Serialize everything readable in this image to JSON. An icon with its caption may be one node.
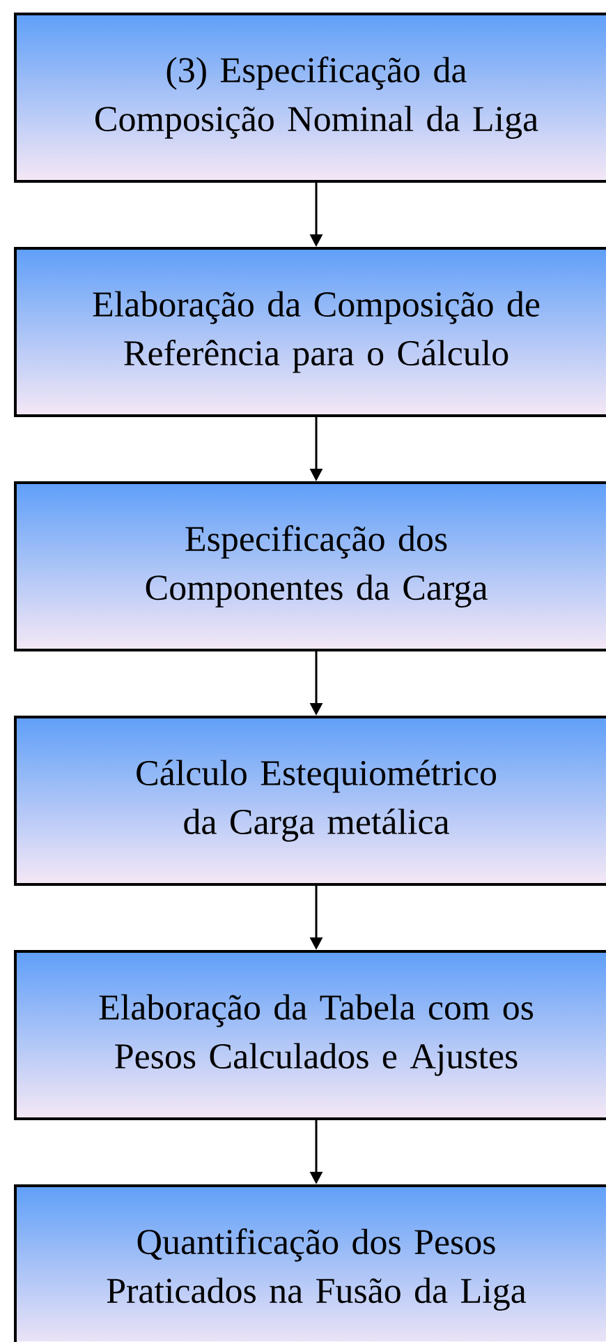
{
  "diagram": {
    "nodes": [
      {
        "text": [
          "(3) Especificação da Composição Nominal da Liga"
        ]
      },
      {
        "text": [
          "Elaboração da Composição de Referência para o Cálculo"
        ]
      },
      {
        "text": [
          "Especificação dos Componentes da Carga"
        ]
      },
      {
        "text": [
          "Cálculo Estequiométrico da Carga metálica"
        ]
      },
      {
        "text": [
          "Elaboração da Tabela com os Pesos Calculados e Ajustes"
        ]
      },
      {
        "text": [
          "Quantificação dos Pesos Praticados na Fusão da Liga"
        ]
      }
    ],
    "edges": [
      {
        "from": 0,
        "to": 1,
        "arrow": "to"
      },
      {
        "from": 1,
        "to": 2,
        "arrow": "to"
      },
      {
        "from": 2,
        "to": 3,
        "arrow": "to"
      },
      {
        "from": 3,
        "to": 4,
        "arrow": "to"
      },
      {
        "from": 4,
        "to": 5,
        "arrow": "to"
      }
    ]
  }
}
